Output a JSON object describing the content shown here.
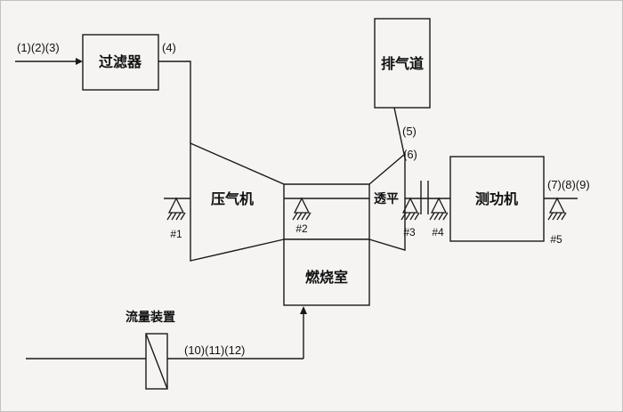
{
  "diagram": {
    "components": {
      "filter": "过滤器",
      "compressor": "压气机",
      "turbine": "透平",
      "exhaust_duct": "排气道",
      "dynamometer": "测功机",
      "combustor": "燃烧室",
      "flow_device": "流量装置"
    },
    "stations": {
      "inlet": "(1)(2)(3)",
      "after_filter": "(4)",
      "turbine_exit_upper": "(5)",
      "turbine_exit_lower": "(6)",
      "output": "(7)(8)(9)",
      "flow_line": "(10)(11)(12)"
    },
    "bearings": {
      "b1": "#1",
      "b2": "#2",
      "b3": "#3",
      "b4": "#4",
      "b5": "#5"
    },
    "colors": {
      "line": "#1a1a1a",
      "background": "#f5f4f2"
    }
  }
}
